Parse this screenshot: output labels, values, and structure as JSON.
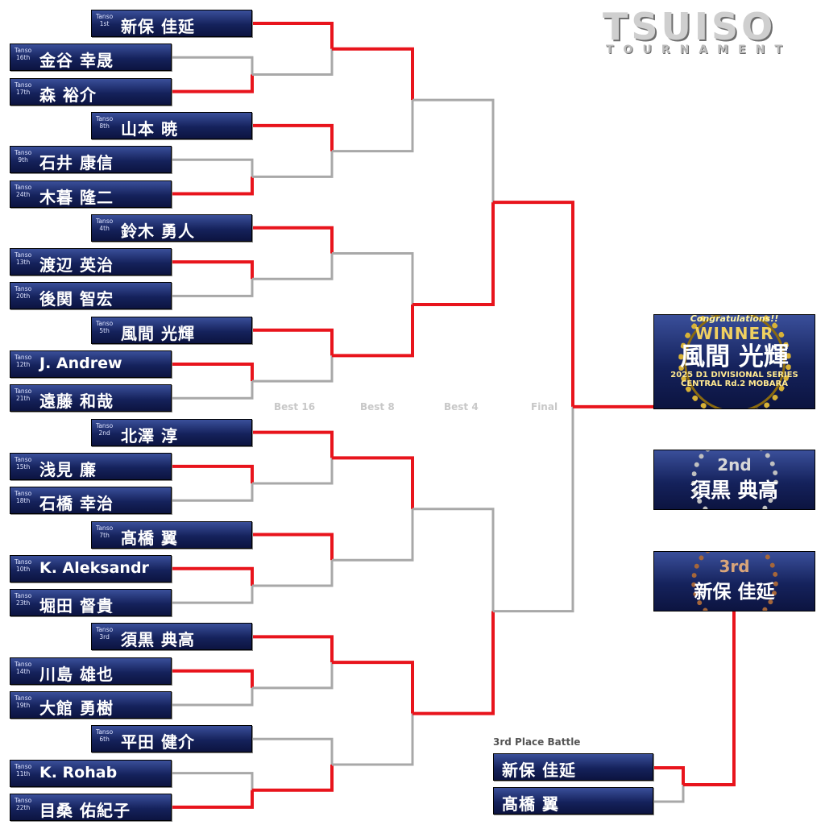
{
  "logo": {
    "title": "TSUISO",
    "subtitle": "TOURNAMENT"
  },
  "seed_prefix": "Tanso",
  "players": [
    {
      "seed": "1st",
      "name": "新保 佳延"
    },
    {
      "seed": "16th",
      "name": "金谷 幸晟"
    },
    {
      "seed": "17th",
      "name": "森 裕介"
    },
    {
      "seed": "8th",
      "name": "山本 暁"
    },
    {
      "seed": "9th",
      "name": "石井 康信"
    },
    {
      "seed": "24th",
      "name": "木暮 隆二"
    },
    {
      "seed": "4th",
      "name": "鈴木 勇人"
    },
    {
      "seed": "13th",
      "name": "渡辺 英治"
    },
    {
      "seed": "20th",
      "name": "後関 智宏"
    },
    {
      "seed": "5th",
      "name": "風間 光輝"
    },
    {
      "seed": "12th",
      "name": "J. Andrew"
    },
    {
      "seed": "21th",
      "name": "遠藤 和哉"
    },
    {
      "seed": "2nd",
      "name": "北澤 淳"
    },
    {
      "seed": "15th",
      "name": "浅見 廉"
    },
    {
      "seed": "18th",
      "name": "石橋 幸治"
    },
    {
      "seed": "7th",
      "name": "髙橋 翼"
    },
    {
      "seed": "10th",
      "name": "K. Aleksandr"
    },
    {
      "seed": "23th",
      "name": "堀田 督貴"
    },
    {
      "seed": "3rd",
      "name": "須黒 典高"
    },
    {
      "seed": "14th",
      "name": "川島 雄也"
    },
    {
      "seed": "19th",
      "name": "大館 勇樹"
    },
    {
      "seed": "6th",
      "name": "平田 健介"
    },
    {
      "seed": "11th",
      "name": "K. Rohab"
    },
    {
      "seed": "22th",
      "name": "目桑 佑紀子"
    }
  ],
  "rounds": {
    "best16": "Best 16",
    "best8": "Best 8",
    "best4": "Best 4",
    "final": "Final"
  },
  "winner": {
    "congrats": "Congratulations!!",
    "label": "WINNER",
    "name": "風間 光輝",
    "event_line1": "2025 D1 DIVISIONAL SERIES",
    "event_line2": "CENTRAL Rd.2 MOBARA"
  },
  "second": {
    "label": "2nd",
    "name": "須黒 典高"
  },
  "third": {
    "label": "3rd",
    "name": "新保 佳延"
  },
  "third_place_battle": {
    "title": "3rd Place Battle",
    "players": [
      "新保 佳延",
      "髙橋 翼"
    ]
  },
  "colors": {
    "win_line": "#e8141c",
    "lose_line": "#a8a8a8",
    "box_top": "#3a4f9a",
    "box_bottom": "#0c1440",
    "gold": "#d8b237",
    "silver": "#c0c0c0",
    "bronze": "#a5663a"
  }
}
